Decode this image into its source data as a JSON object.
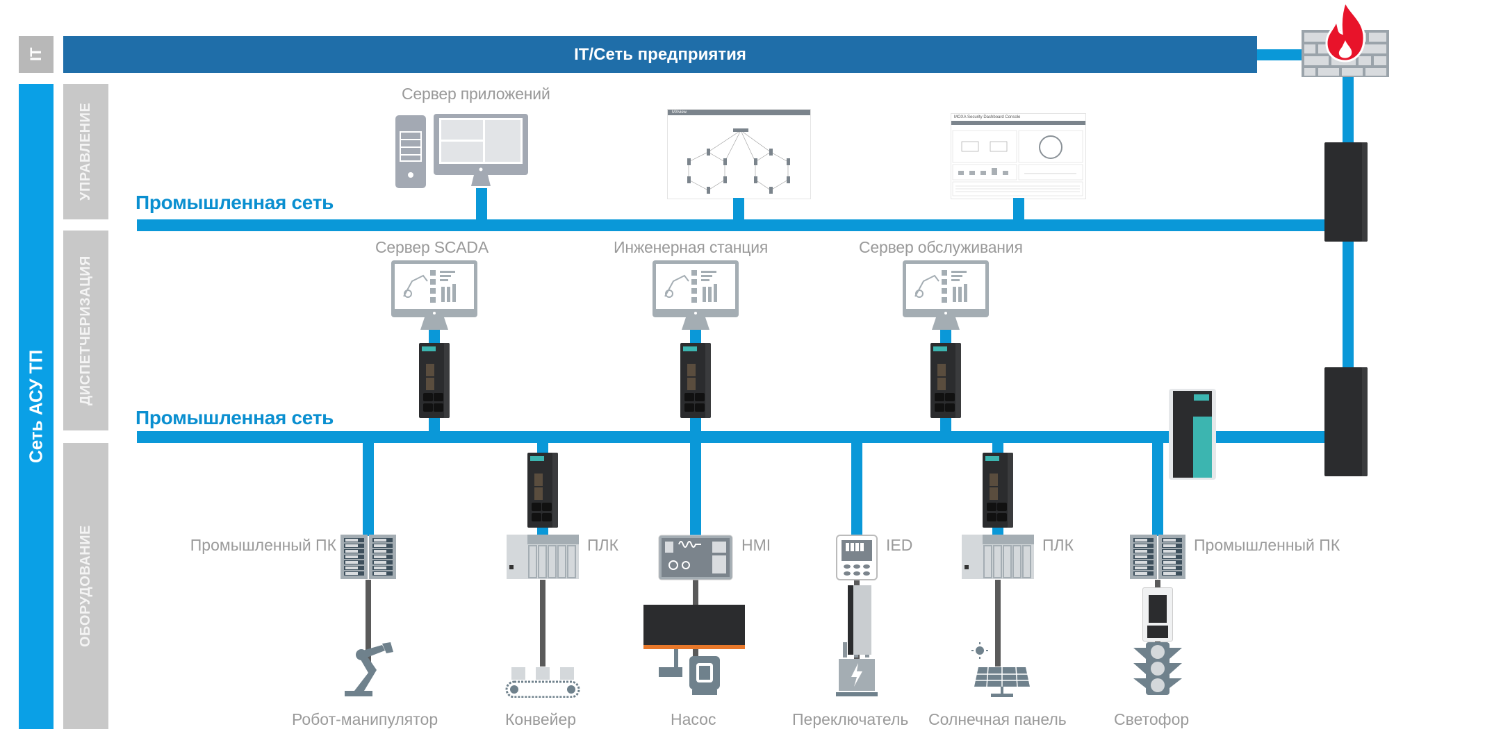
{
  "bands": {
    "it": "IT",
    "ot": "Сеть АСУ ТП",
    "levels": [
      "УПРАВЛЕНИЕ",
      "ДИСПЕТЧЕРИЗАЦИЯ",
      "ОБОРУДОВАНИЕ"
    ]
  },
  "it_network": {
    "title": "IT/Сеть предприятия",
    "firewall_icon": "firewall-icon"
  },
  "networks": {
    "upper_label": "Промышленная сеть",
    "lower_label": "Промышленная сеть"
  },
  "management": {
    "app_server_label": "Сервер приложений",
    "topology_screenshot_title": "MXview",
    "dashboard_screenshot_title": "MOXA Security Dashboard Console"
  },
  "supervisory": {
    "nodes": [
      {
        "label": "Сервер SCADA"
      },
      {
        "label": "Инженерная станция"
      },
      {
        "label": "Сервер обслуживания"
      }
    ]
  },
  "field": {
    "columns": [
      {
        "controller": "Промышленный ПК",
        "device": "Робот-манипулятор"
      },
      {
        "controller": "ПЛК",
        "device": "Конвейер"
      },
      {
        "controller": "HMI",
        "device": "Насос"
      },
      {
        "controller": "IED",
        "device": "Переключатель"
      },
      {
        "controller": "ПЛК",
        "device": "Солнечная панель"
      },
      {
        "controller": "Промышленный ПК",
        "device": "Светофор"
      }
    ]
  },
  "colors": {
    "it_bar": "#1f6ea9",
    "network_line": "#0a98d8",
    "ot_band": "#0aa0e6",
    "level_band": "#c8c8c8",
    "firewall_flame": "#e8132a",
    "label_gray": "#999999",
    "field_cable": "#5a5a5a"
  }
}
